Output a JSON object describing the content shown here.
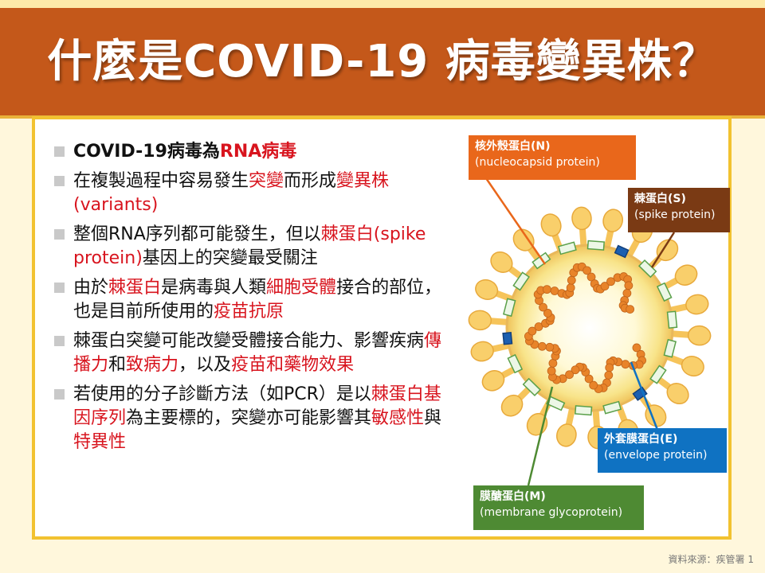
{
  "slide": {
    "title": "什麼是COVID-19 病毒變異株？",
    "footer": "資料來源：疾管署 1",
    "page_number": 1
  },
  "bullets": [
    [
      {
        "t": "COVID-19病毒為",
        "b": true
      },
      {
        "t": "RNA病毒",
        "red": true,
        "b": true
      }
    ],
    [
      {
        "t": "在複製過程中容易發生"
      },
      {
        "t": "突變",
        "red": true
      },
      {
        "t": "而形成"
      },
      {
        "t": "變異株(variants)",
        "red": true
      }
    ],
    [
      {
        "t": "整個RNA序列都可能發生，但以"
      },
      {
        "t": "棘蛋白(spike protein)",
        "red": true
      },
      {
        "t": "基因上的突變最受關注"
      }
    ],
    [
      {
        "t": "由於"
      },
      {
        "t": "棘蛋白",
        "red": true
      },
      {
        "t": "是病毒與人類"
      },
      {
        "t": "細胞受體",
        "red": true
      },
      {
        "t": "接合的部位，也是目前所使用的"
      },
      {
        "t": "疫苗抗原",
        "red": true
      }
    ],
    [
      {
        "t": "棘蛋白突變可能改變受體接合能力、影響疾病"
      },
      {
        "t": "傳播力",
        "red": true
      },
      {
        "t": "和"
      },
      {
        "t": "致病力",
        "red": true
      },
      {
        "t": "，以及"
      },
      {
        "t": "疫苗和藥物效果",
        "red": true
      }
    ],
    [
      {
        "t": "若使用的分子診斷方法（如PCR）是以"
      },
      {
        "t": "棘蛋白基因序列",
        "red": true
      },
      {
        "t": "為主要標的，突變亦可能影響其"
      },
      {
        "t": "敏感性",
        "red": true
      },
      {
        "t": "與"
      },
      {
        "t": "特異性",
        "red": true
      }
    ]
  ],
  "labels": {
    "n": {
      "title": "核外殼蛋白(N)",
      "sub": "(nucleocapsid protein)",
      "color": "#e9671b"
    },
    "s": {
      "title": "棘蛋白(S)",
      "sub": "(spike protein)",
      "color": "#7a3a14"
    },
    "e": {
      "title": "外套膜蛋白(E)",
      "sub": "(envelope protein)",
      "color": "#0f72c2"
    },
    "m": {
      "title": "膜醣蛋白(M)",
      "sub": "(membrane glycoprotein)",
      "color": "#4e8a33"
    }
  },
  "colors": {
    "title_bg": "#c4581a",
    "highlight": "#d8141e",
    "panel_border": "#f2c230"
  }
}
